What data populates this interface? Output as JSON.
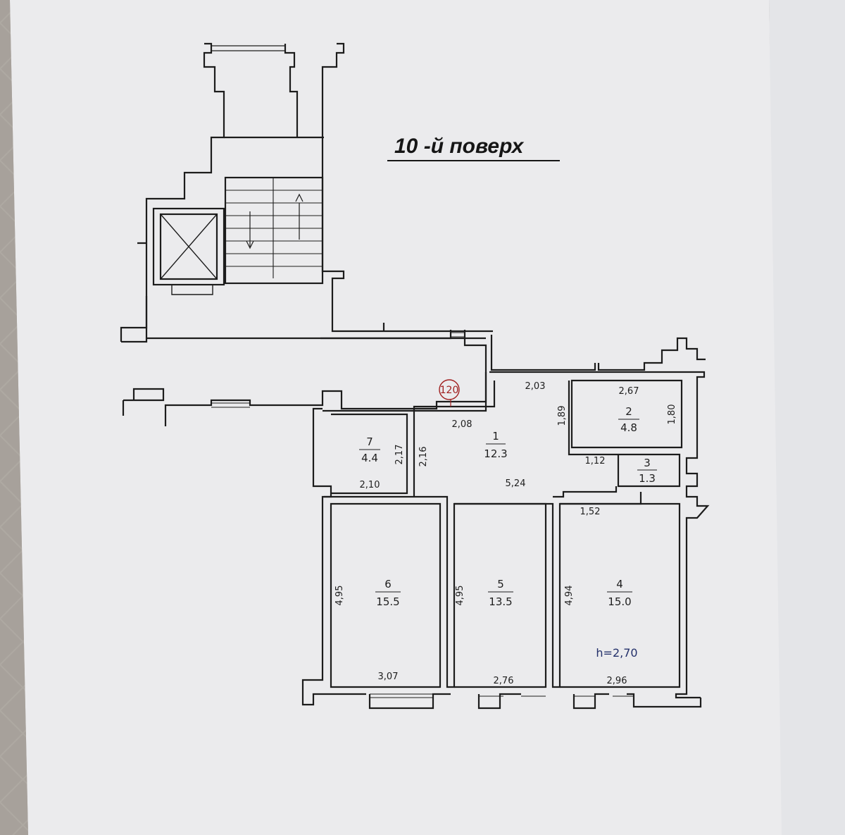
{
  "plan": {
    "title": "10 -й поверх",
    "marker": "120",
    "height": "h=2,70",
    "rooms": [
      {
        "id": "1",
        "number": "1",
        "area": "12.3"
      },
      {
        "id": "2",
        "number": "2",
        "area": "4.8"
      },
      {
        "id": "3",
        "number": "3",
        "area": "1.3"
      },
      {
        "id": "4",
        "number": "4",
        "area": "15.0"
      },
      {
        "id": "5",
        "number": "5",
        "area": "13.5"
      },
      {
        "id": "6",
        "number": "6",
        "area": "15.5"
      },
      {
        "id": "7",
        "number": "7",
        "area": "4.4"
      }
    ],
    "dimensions": {
      "r1_top": "2,03",
      "r1_corridor": "2,08",
      "r1_left": "2,16",
      "r1_right": "1,89",
      "r1_bottom": "5,24",
      "r2_top": "2,67",
      "r2_right": "1,80",
      "r3_left": "1,12",
      "r4_top": "1,52",
      "r4_left": "4,94",
      "r4_bottom": "2,96",
      "r5_left": "4,95",
      "r5_bottom": "2,76",
      "r6_left": "4,95",
      "r6_bottom": "3,07",
      "r7_right": "2,17",
      "r7_bottom": "2,10"
    }
  }
}
